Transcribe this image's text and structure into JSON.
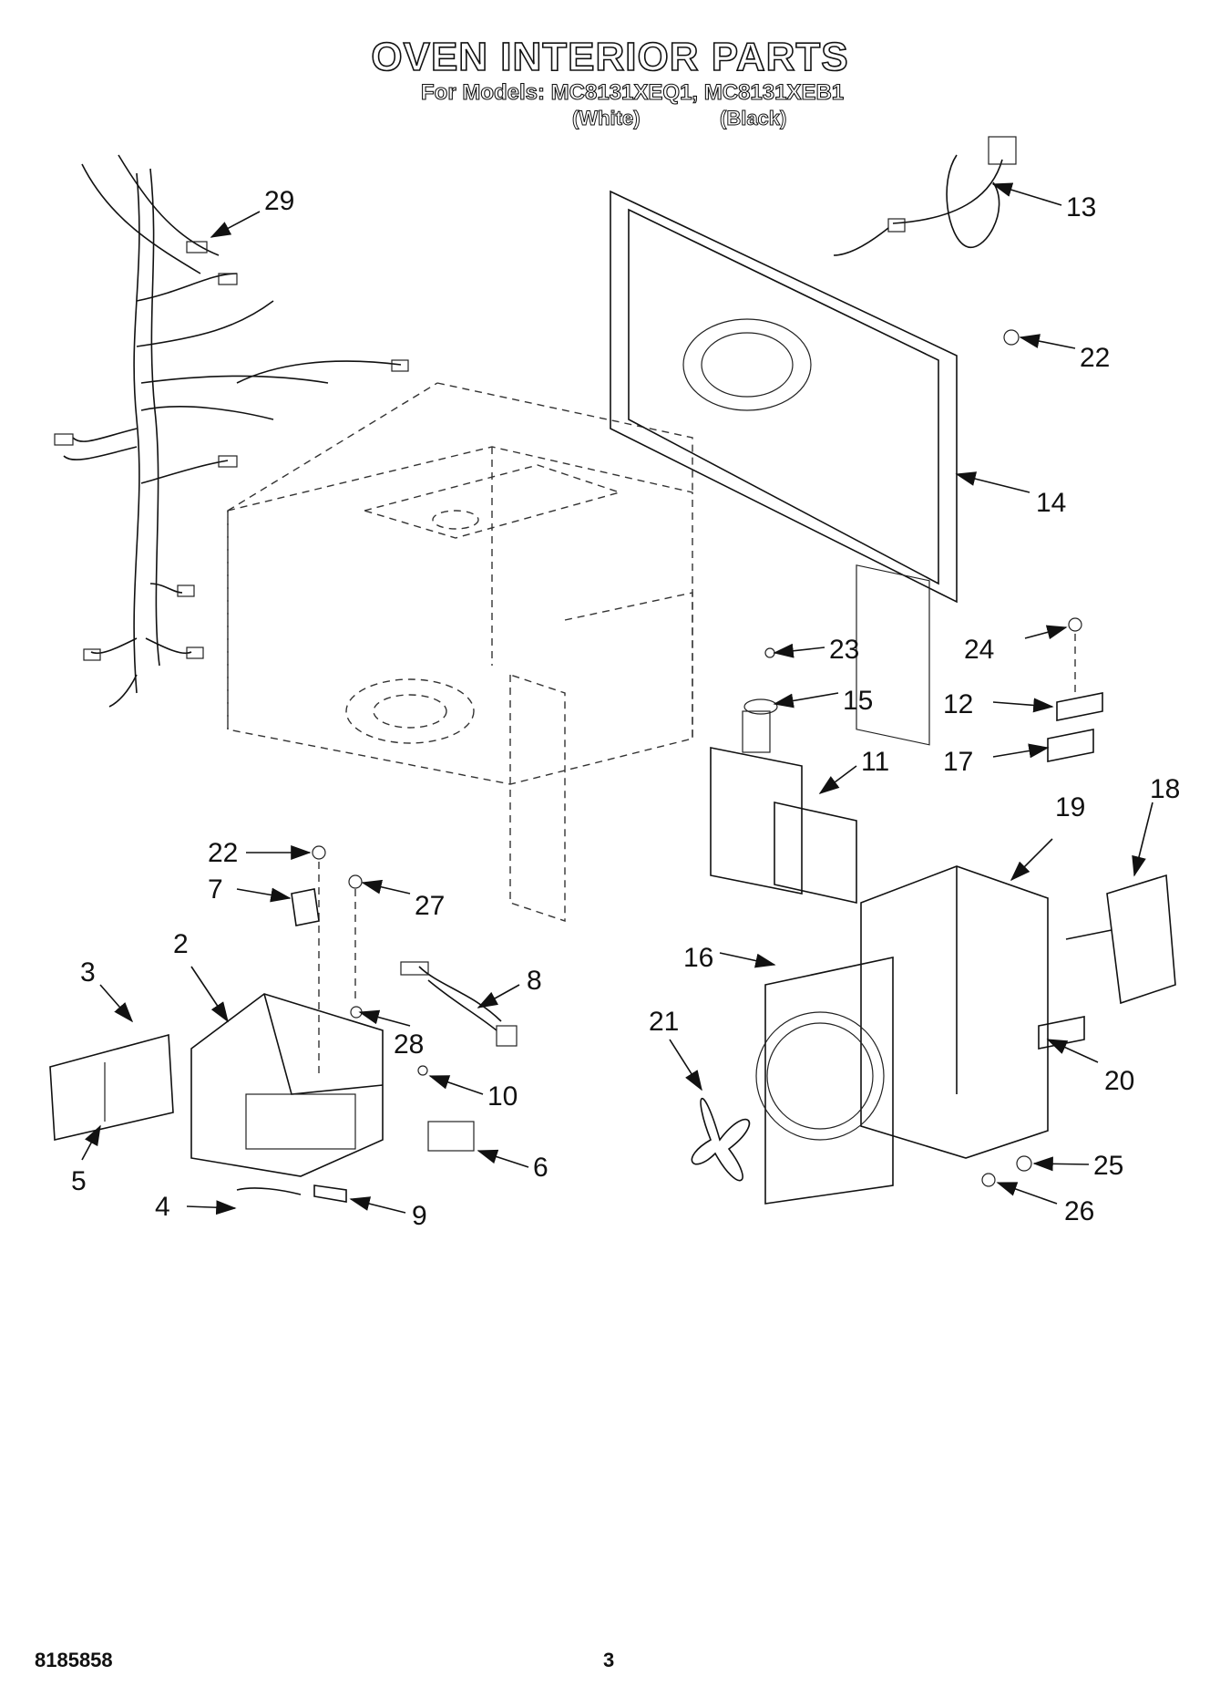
{
  "header": {
    "title": "OVEN INTERIOR PARTS",
    "models_line": "For Models: MC8131XEQ1, MC8131XEB1",
    "color_white": "(White)",
    "color_black": "(Black)"
  },
  "callouts": [
    "29",
    "13",
    "22",
    "14",
    "23",
    "24",
    "15",
    "12",
    "11",
    "17",
    "18",
    "19",
    "22",
    "7",
    "27",
    "2",
    "3",
    "8",
    "16",
    "21",
    "28",
    "20",
    "10",
    "5",
    "6",
    "25",
    "4",
    "9",
    "26"
  ],
  "footer": {
    "doc_number": "8185858",
    "page_number": "3"
  }
}
